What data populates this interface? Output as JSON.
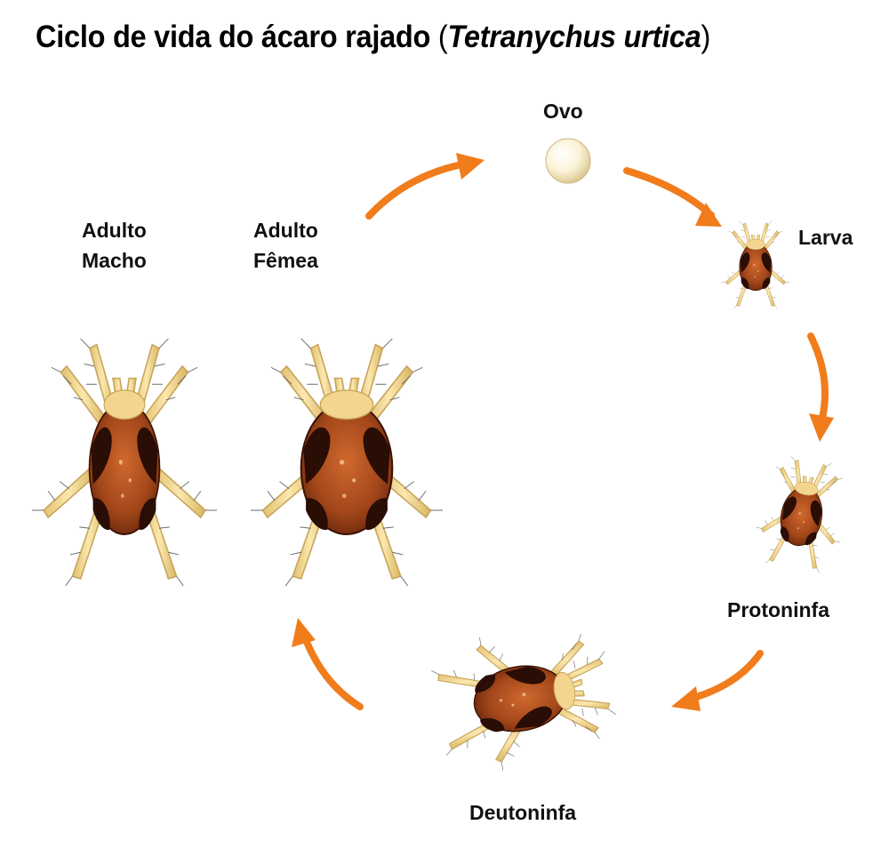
{
  "title": {
    "prefix": "Ciclo de vida do ácaro rajado",
    "paren_open": "(",
    "scientific_name": "Tetranychus urtica",
    "paren_close": ")"
  },
  "stages": {
    "egg": "Ovo",
    "larva": "Larva",
    "protonymph": "Protoninfa",
    "deutonymph": "Deutoninfa",
    "adult_female": [
      "Adulto",
      "Fêmea"
    ],
    "adult_male": [
      "Adulto",
      "Macho"
    ]
  },
  "colors": {
    "arrow": "#f07c1c",
    "body_base": "#8c3a12",
    "body_light": "#c8622a",
    "body_spot": "#2a0d05",
    "leg": "#f1d48c",
    "leg_stroke": "#c7a559",
    "egg": "#fbf3d6"
  },
  "icons": [
    "cycle-arrow-icon",
    "egg-icon",
    "mite-icon"
  ]
}
